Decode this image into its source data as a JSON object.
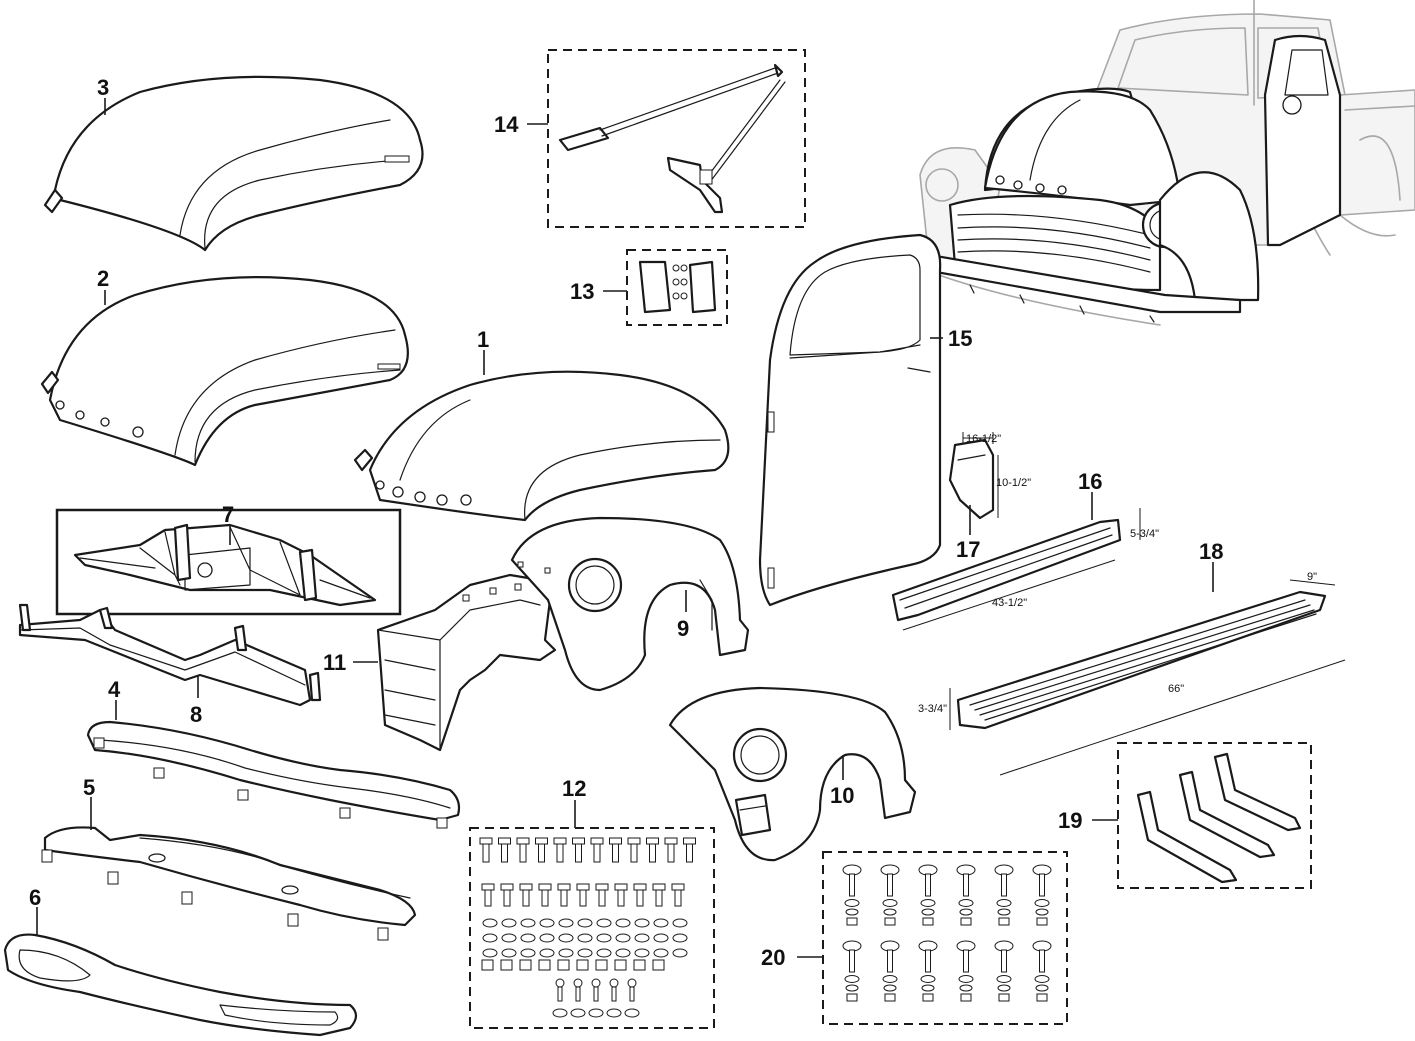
{
  "callouts": {
    "c1": "1",
    "c2": "2",
    "c3": "3",
    "c4": "4",
    "c5": "5",
    "c6": "6",
    "c7": "7",
    "c8": "8",
    "c9": "9",
    "c10": "10",
    "c11": "11",
    "c12": "12",
    "c13": "13",
    "c14": "14",
    "c15": "15",
    "c16": "16",
    "c17": "17",
    "c18": "18",
    "c19": "19",
    "c20": "20"
  },
  "dimensions": {
    "part17_width": "16-1/2\"",
    "part17_height": "10-1/2\"",
    "part16_height": "5-3/4\"",
    "part16_length": "43-1/2\"",
    "part18_width": "9\"",
    "part18_height": "3-3/4\"",
    "part18_length": "66\""
  },
  "highlight": {
    "color": "#e0252b",
    "part": "7"
  },
  "colors": {
    "line": "#1a1a1a",
    "ghost": "#a8a8a8"
  }
}
